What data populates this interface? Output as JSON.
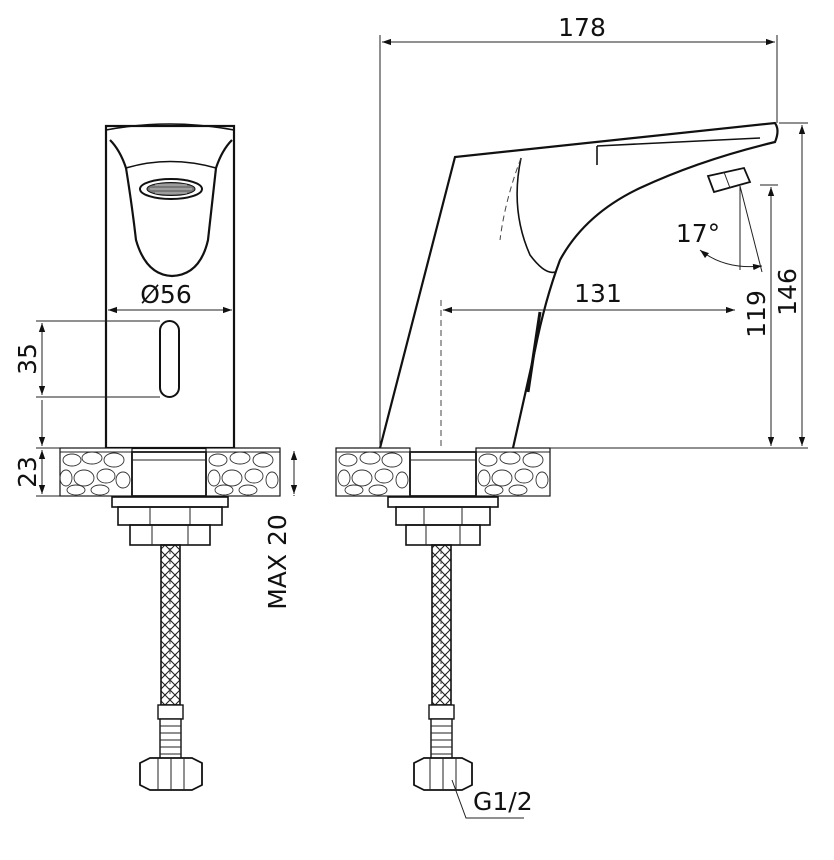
{
  "dimensions": {
    "total_length": "178",
    "spout_reach": "131",
    "total_height": "146",
    "spout_height": "119",
    "diameter": "Ø56",
    "sensor_height": "35",
    "counter_thickness": "23",
    "max_counter": "MAX 20",
    "spout_angle": "17°",
    "connection_thread": "G1/2"
  },
  "colors": {
    "line": "#111111",
    "background": "#ffffff"
  }
}
